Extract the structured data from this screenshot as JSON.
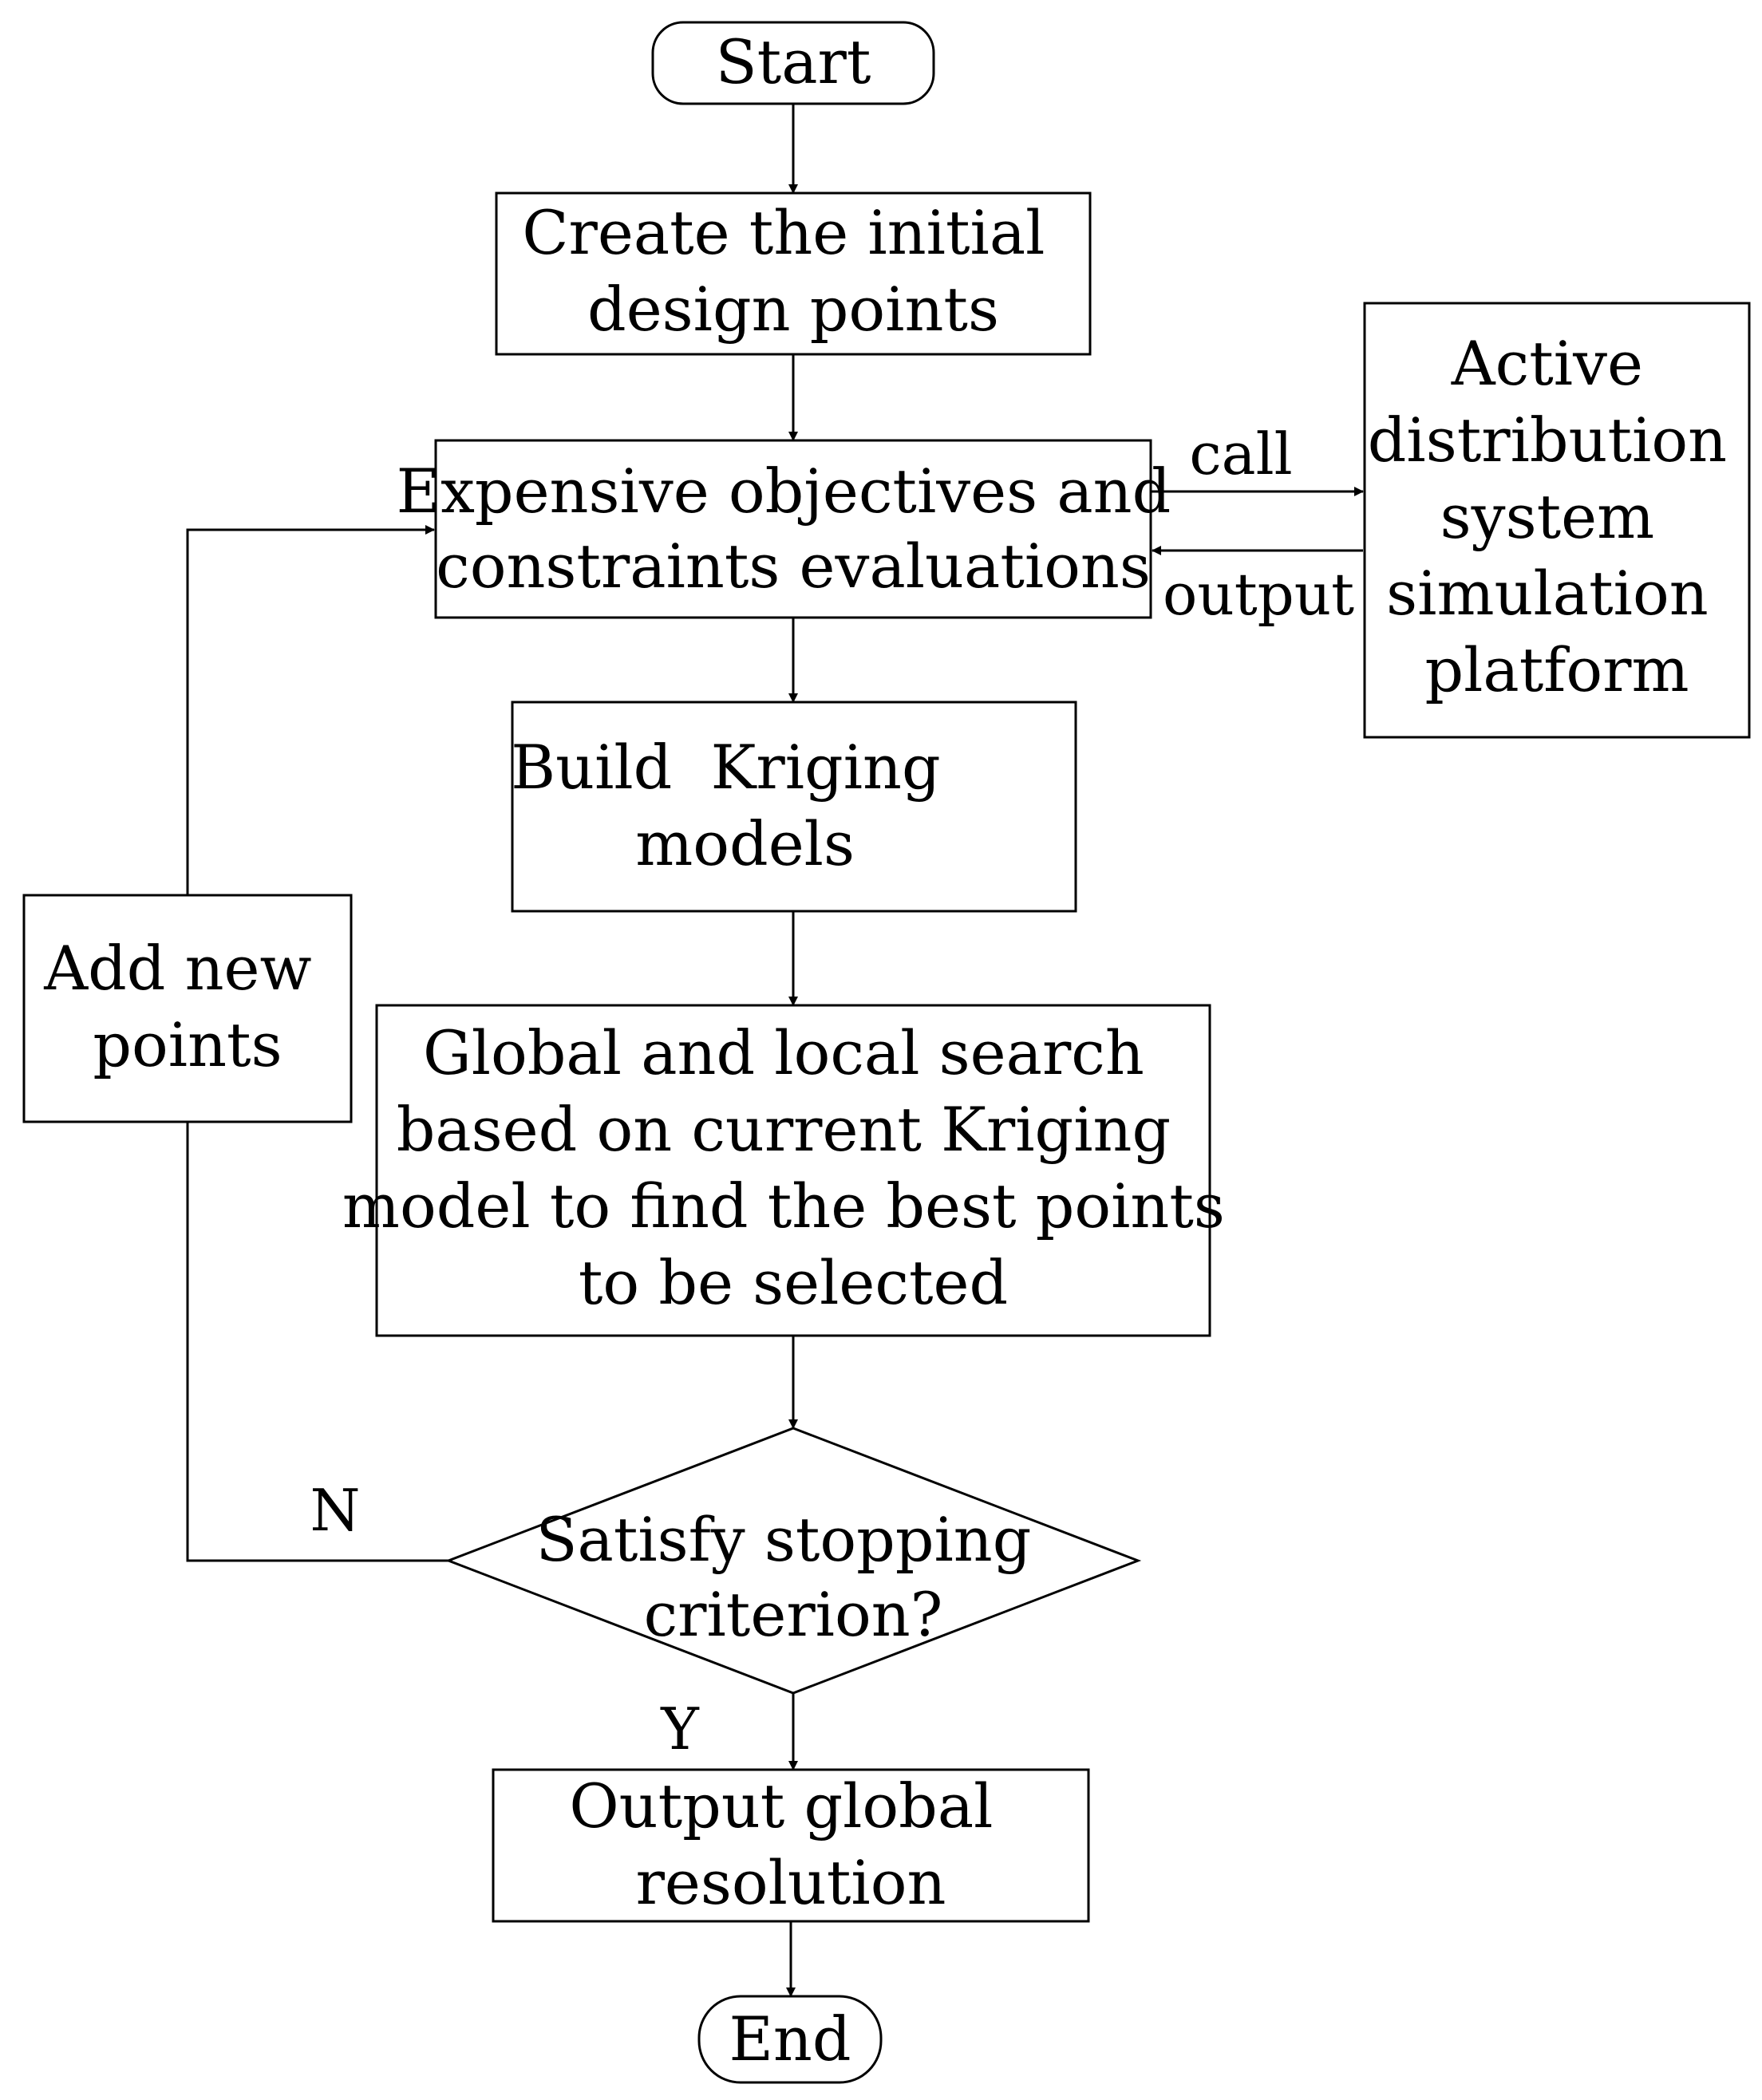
{
  "colors": {
    "stroke": "#000000",
    "fill": "#ffffff",
    "text": "#000000"
  },
  "nodes": {
    "start": {
      "lines": [
        "Start"
      ]
    },
    "create": {
      "lines": [
        "Create the initial",
        "design points"
      ]
    },
    "expensive": {
      "lines": [
        "Expensive objectives and",
        "constraints evaluations"
      ]
    },
    "platform": {
      "lines": [
        "Active",
        "distribution",
        "system",
        "simulation",
        "platform"
      ]
    },
    "build": {
      "lines": [
        "Build  Kriging",
        "models"
      ]
    },
    "search": {
      "lines": [
        "Global and local search",
        "based on current Kriging",
        "model to find the best points",
        "to be selected"
      ]
    },
    "addnew": {
      "lines": [
        "Add new",
        "points"
      ]
    },
    "decision": {
      "lines": [
        "Satisfy stopping",
        "criterion?"
      ]
    },
    "output": {
      "lines": [
        "Output global",
        "resolution"
      ]
    },
    "end": {
      "lines": [
        "End"
      ]
    }
  },
  "edge_labels": {
    "call": "call",
    "output": "output",
    "no": "N",
    "yes": "Y"
  }
}
